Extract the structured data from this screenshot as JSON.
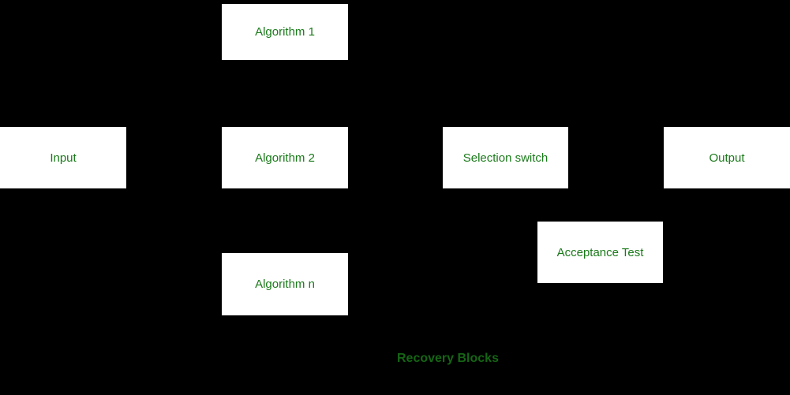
{
  "diagram": {
    "type": "block-diagram",
    "caption": "Recovery Blocks",
    "colors": {
      "background": "#000000",
      "node_fill": "#ffffff",
      "node_text": "#1a7a1a",
      "caption_text": "#156515"
    },
    "nodes": [
      {
        "id": "input",
        "label": "Input"
      },
      {
        "id": "algorithm-1",
        "label": "Algorithm 1"
      },
      {
        "id": "algorithm-2",
        "label": "Algorithm 2"
      },
      {
        "id": "algorithm-n",
        "label": "Algorithm n"
      },
      {
        "id": "selection-switch",
        "label": "Selection switch"
      },
      {
        "id": "output",
        "label": "Output"
      },
      {
        "id": "acceptance-test",
        "label": "Acceptance Test"
      }
    ]
  }
}
